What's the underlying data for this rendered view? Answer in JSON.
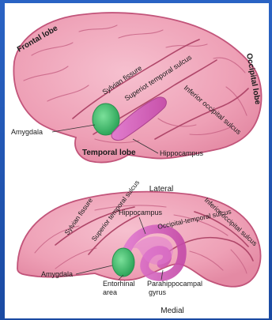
{
  "lateral_view": {
    "title": "Lateral",
    "labels": {
      "frontal_lobe": "Frontal lobe",
      "occipital_lobe": "Occipital lobe",
      "sylvian_fissure": "Sylvian fissure",
      "superior_temporal_sulcus": "Superiot temporal sulcus",
      "inferior_occipital_sulcus": "Inferior occipital sulcus",
      "amygdala": "Amygdala",
      "temporal_lobe": "Temporal lobe",
      "hippocampus": "Hippocampus"
    }
  },
  "medial_view": {
    "title": "Medial",
    "labels": {
      "sylvian_fissure": "Sylvian fissure",
      "superior_temporal_sulcus": "Superior temporal sulcus",
      "hippocampus": "Hippocampus",
      "inferior_occipital_sulcus": "Inferior occipital sulcus",
      "occipital_temporal_sulcus": "Occipital-temporal sulcus",
      "amygdala": "Amygdala",
      "entorhinal_area_line1": "Entorhinal",
      "entorhinal_area_line2": "area",
      "parahippocampal_gyrus_line1": "Parahippocampal",
      "parahippocampal_gyrus_line2": "gyrus"
    }
  },
  "colors": {
    "background_frame": "#1f4fa6",
    "brain_fill": "#f0a9bd",
    "brain_outline": "#c2547a",
    "amygdala": "#3fb96a",
    "hippocampus": "#cf4fb8"
  }
}
